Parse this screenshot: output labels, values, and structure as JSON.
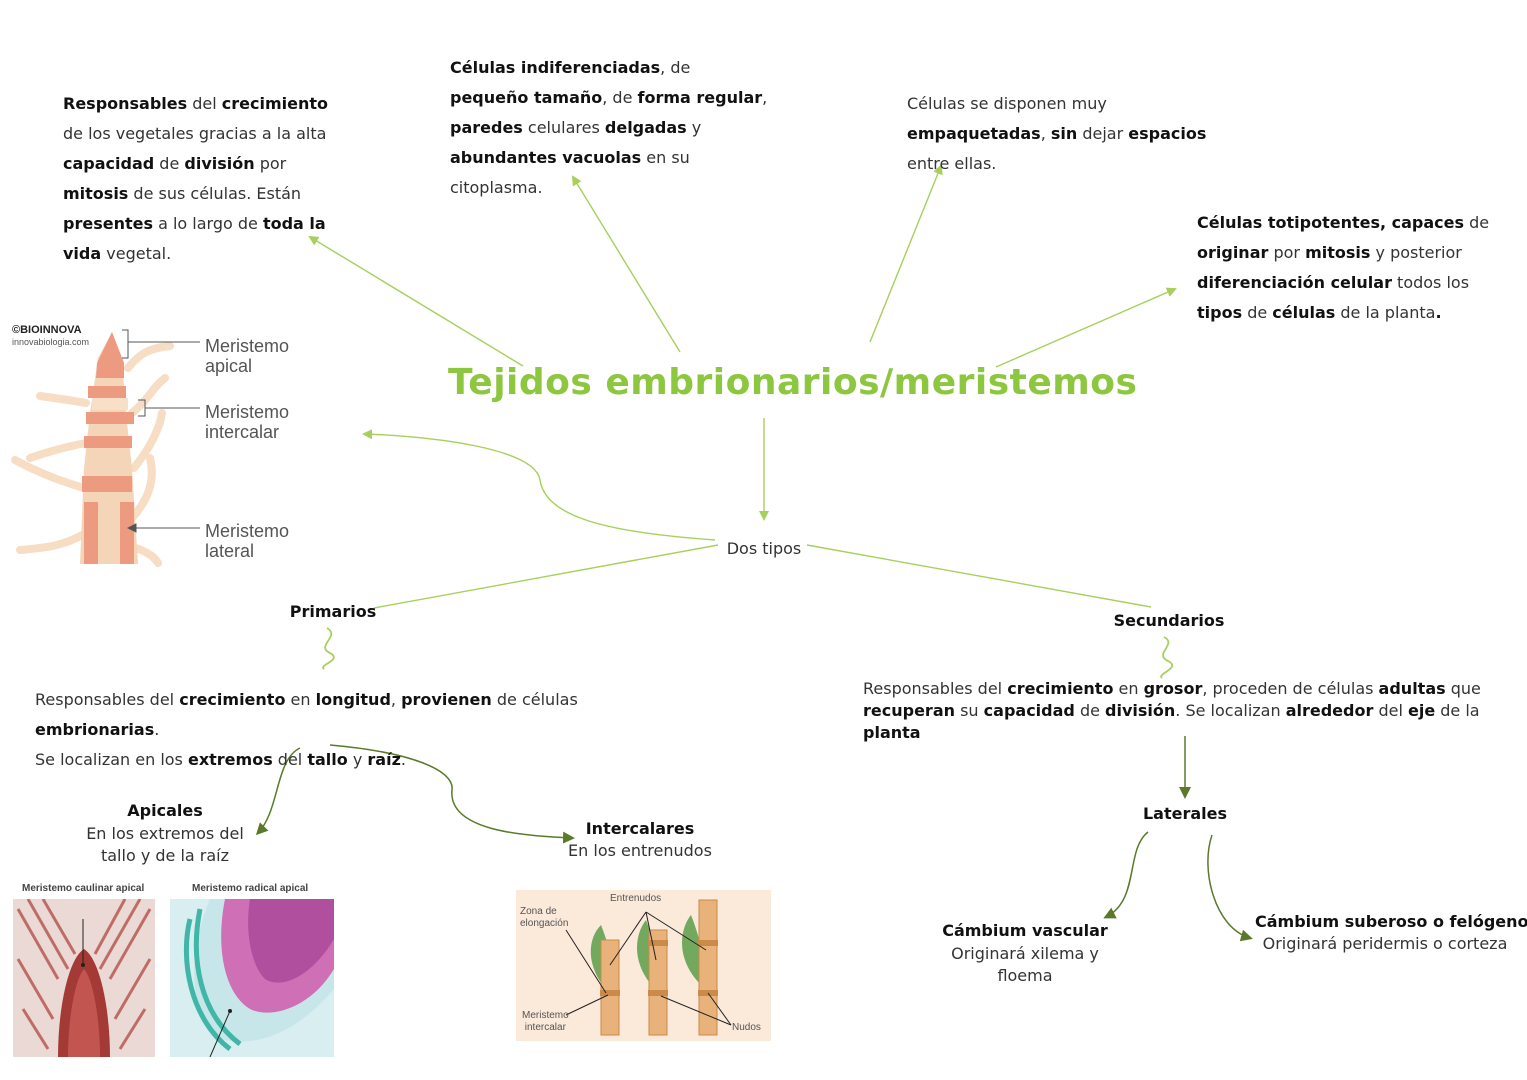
{
  "title": "Tejidos embrionarios/meristemos",
  "colors": {
    "title": "#8dc63f",
    "arrow_light": "#a6d05a",
    "arrow_dark": "#5a7a2a"
  },
  "definition": {
    "p1": "Responsables",
    "p2": " del ",
    "p3": "crecimiento",
    "p4": " de los vegetales gracias a la alta ",
    "p5": "capacidad",
    "p6": " de ",
    "p7": "división",
    "p8": " por ",
    "p9": "mitosis",
    "p10": " de sus células. Están ",
    "p11": "presentes",
    "p12": " a lo largo de ",
    "p13": "toda la vida",
    "p14": " vegetal."
  },
  "cells": {
    "p1": "Células indiferenciadas",
    "p2": ", de ",
    "p3": "pequeño tamaño",
    "p4": ", de ",
    "p5": "forma regular",
    "p6": ", ",
    "p7": "paredes",
    "p8": " celulares ",
    "p9": "delgadas",
    "p10": " y ",
    "p11": "abundantes vacuolas",
    "p12": " en su citoplasma."
  },
  "packed": {
    "p1": "Células se disponen muy ",
    "p2": "empaquetadas",
    "p3": ", ",
    "p4": "sin",
    "p5": " dejar ",
    "p6": "espacios",
    "p7": " entre ellas."
  },
  "totipotent": {
    "p1": "Células totipotentes, capaces",
    "p2": " de ",
    "p3": "originar",
    "p4": " por ",
    "p5": "mitosis",
    "p6": " y posterior ",
    "p7": "diferenciación celular",
    "p8": " todos los ",
    "p9": "tipos",
    "p10": " de ",
    "p11": "células",
    "p12": " de la planta",
    "p13": "."
  },
  "dos_tipos": "Dos tipos",
  "primarios": {
    "label": "Primarios",
    "d1": "Responsables del ",
    "d2": "crecimiento",
    "d3": " en ",
    "d4": "longitud",
    "d5": ", ",
    "d6": "provienen",
    "d7": " de células ",
    "d8": "embrionarias",
    "d9": ".",
    "e1": "Se localizan en los ",
    "e2": "extremos",
    "e3": " del ",
    "e4": "tallo",
    "e5": " y ",
    "e6": "raíz",
    "e7": "."
  },
  "secundarios": {
    "label": "Secundarios",
    "d1": "Responsables del ",
    "d2": "crecimiento",
    "d3": " en ",
    "d4": "grosor",
    "d5": ", proceden de células ",
    "d6": "adultas",
    "d7": " que",
    "e1": "recuperan",
    "e2": " su ",
    "e3": "capacidad",
    "e4": " de ",
    "e5": "división",
    "e6": ". Se localizan ",
    "e7": "alrededor",
    "e8": " del ",
    "e9": "eje",
    "e10": " de la ",
    "e11": "planta"
  },
  "apicales": {
    "label": "Apicales",
    "l1": "En los extremos del",
    "l2": "tallo y de la raíz"
  },
  "intercalares": {
    "label": "Intercalares",
    "desc": "En los entrenudos"
  },
  "laterales": {
    "label": "Laterales"
  },
  "cambium_vascular": {
    "label": "Cámbium vascular",
    "l1": "Originará xilema y",
    "l2": "floema"
  },
  "cambium_suberoso": {
    "label": "Cámbium suberoso o felógeno",
    "desc": "Originará peridermis o corteza"
  },
  "plant_figure": {
    "credit1": "©BIOINNOVA",
    "credit2": "innovabiologia.com",
    "apical_1": "Meristemo",
    "apical_2": "apical",
    "intercalar_1": "Meristemo",
    "intercalar_2": "intercalar",
    "lateral_1": "Meristemo",
    "lateral_2": "lateral"
  },
  "micro_figure": {
    "caulinar": "Meristemo caulinar apical",
    "radical": "Meristemo radical apical"
  },
  "stem_figure": {
    "zona_1": "Zona de",
    "zona_2": "elongación",
    "entrenudos": "Entrenudos",
    "meri_1": "Meristemo",
    "meri_2": "intercalar",
    "nudos": "Nudos"
  }
}
